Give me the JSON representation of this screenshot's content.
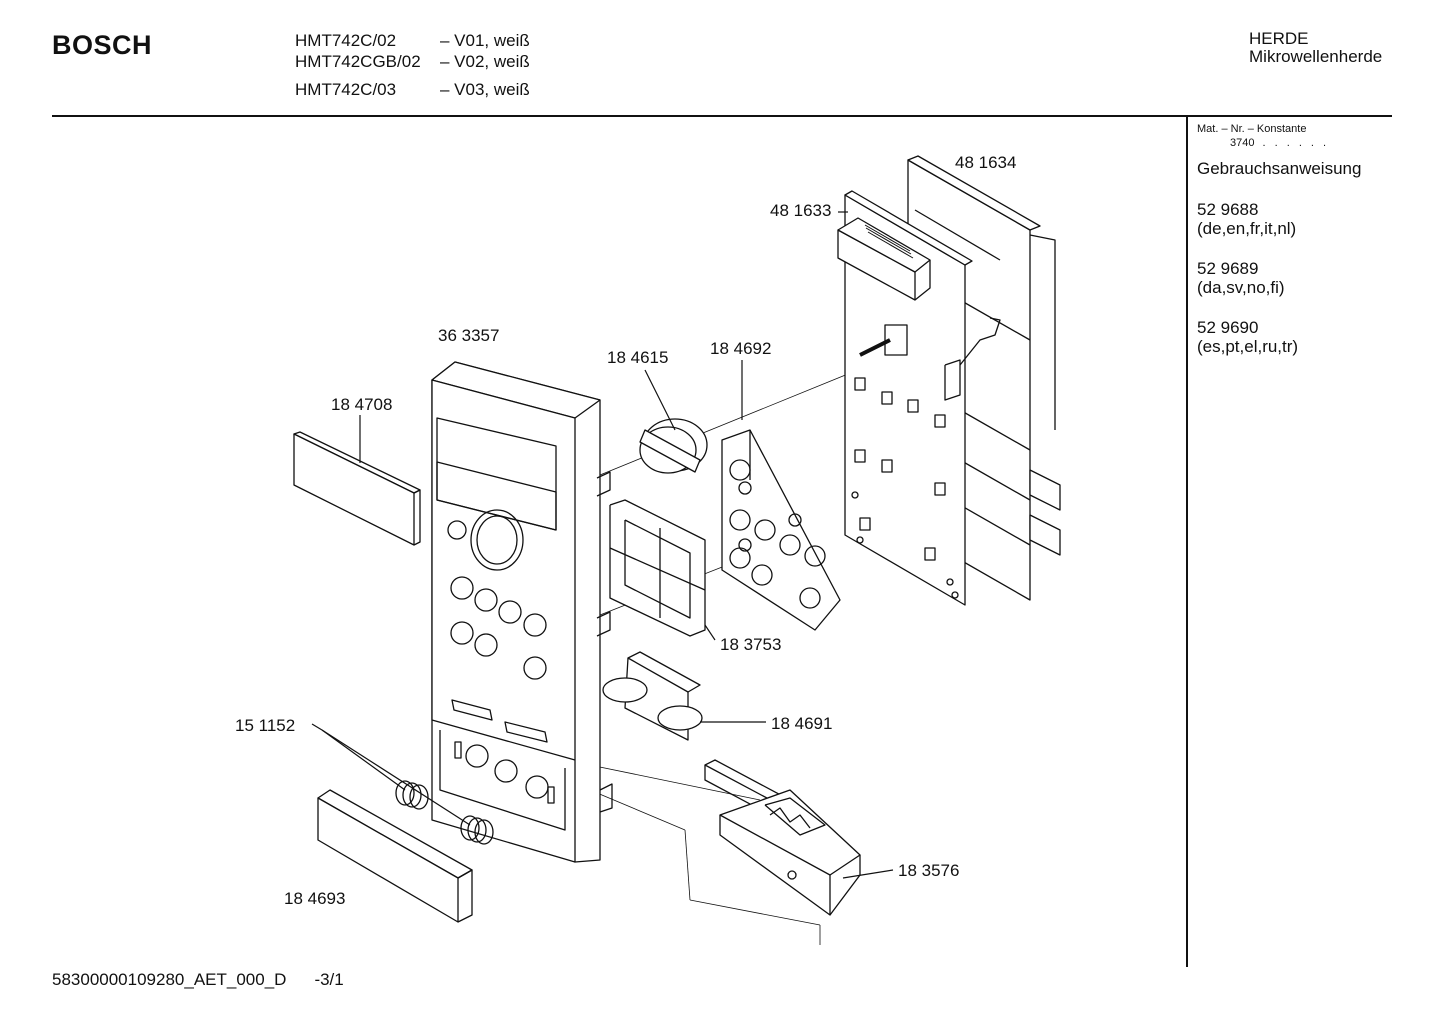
{
  "header": {
    "brand": "BOSCH",
    "models": [
      {
        "code": "HMT742C/02",
        "variant": "– V01, weiß"
      },
      {
        "code": "HMT742CGB/02",
        "variant": "– V02, weiß"
      },
      {
        "code": "HMT742C/03",
        "variant": "– V03, weiß"
      }
    ],
    "category": "HERDE",
    "subcategory": "Mikrowellenherde"
  },
  "sidebar": {
    "mat_label": "Mat. – Nr. – Konstante",
    "mat_number": "3740",
    "mat_dots": ". . . . . .",
    "manual_title": "Gebrauchsanweisung",
    "documents": [
      {
        "number": "52 9688",
        "languages": "(de,en,fr,it,nl)"
      },
      {
        "number": "52 9689",
        "languages": "(da,sv,no,fi)"
      },
      {
        "number": "52 9690",
        "languages": "(es,pt,el,ru,tr)"
      }
    ]
  },
  "parts": [
    {
      "id": "481634",
      "label": "48 1634"
    },
    {
      "id": "481633",
      "label": "48 1633"
    },
    {
      "id": "363357",
      "label": "36 3357"
    },
    {
      "id": "184615",
      "label": "18 4615"
    },
    {
      "id": "184692",
      "label": "18 4692"
    },
    {
      "id": "184708",
      "label": "18 4708"
    },
    {
      "id": "183753",
      "label": "18 3753"
    },
    {
      "id": "151152",
      "label": "15 1152"
    },
    {
      "id": "184691",
      "label": "18 4691"
    },
    {
      "id": "183576",
      "label": "18 3576"
    },
    {
      "id": "184693",
      "label": "18 4693"
    }
  ],
  "footer": {
    "doc_id": "58300000109280_AET_000_D",
    "page": "-3/1"
  }
}
